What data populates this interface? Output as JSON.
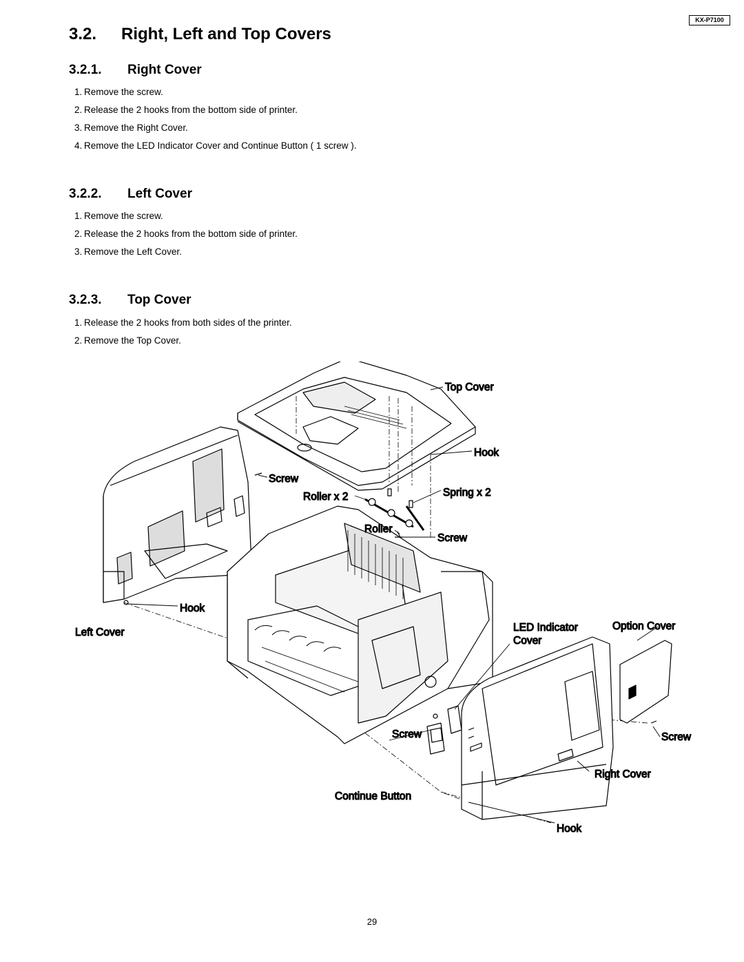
{
  "model_badge": "KX-P7100",
  "section": {
    "number": "3.2.",
    "title": "Right, Left and Top Covers"
  },
  "subsections": [
    {
      "number": "3.2.1.",
      "title": "Right Cover",
      "steps": [
        "Remove the screw.",
        "Release the 2 hooks from the bottom side of printer.",
        "Remove the Right Cover.",
        "Remove the LED Indicator Cover and Continue Button ( 1 screw )."
      ]
    },
    {
      "number": "3.2.2.",
      "title": "Left Cover",
      "steps": [
        "Remove the screw.",
        "Release the 2 hooks from the bottom side of printer.",
        "Remove the Left Cover."
      ]
    },
    {
      "number": "3.2.3.",
      "title": "Top Cover",
      "steps": [
        "Release the 2 hooks from both sides of the printer.",
        "Remove the Top Cover."
      ]
    }
  ],
  "diagram": {
    "labels": {
      "top_cover": "Top Cover",
      "hook_top": "Hook",
      "screw_left": "Screw",
      "roller_x2": "Roller x 2",
      "spring_x2": "Spring x 2",
      "roller": "Roller",
      "screw_mid": "Screw",
      "hook_left": "Hook",
      "left_cover": "Left Cover",
      "led_indicator_cover_1": "LED Indicator",
      "led_indicator_cover_2": "Cover",
      "option_cover": "Option Cover",
      "screw_bottom": "Screw",
      "screw_right": "Screw",
      "right_cover": "Right Cover",
      "continue_button": "Continue Button",
      "hook_bottom": "Hook"
    }
  },
  "page_number": "29"
}
